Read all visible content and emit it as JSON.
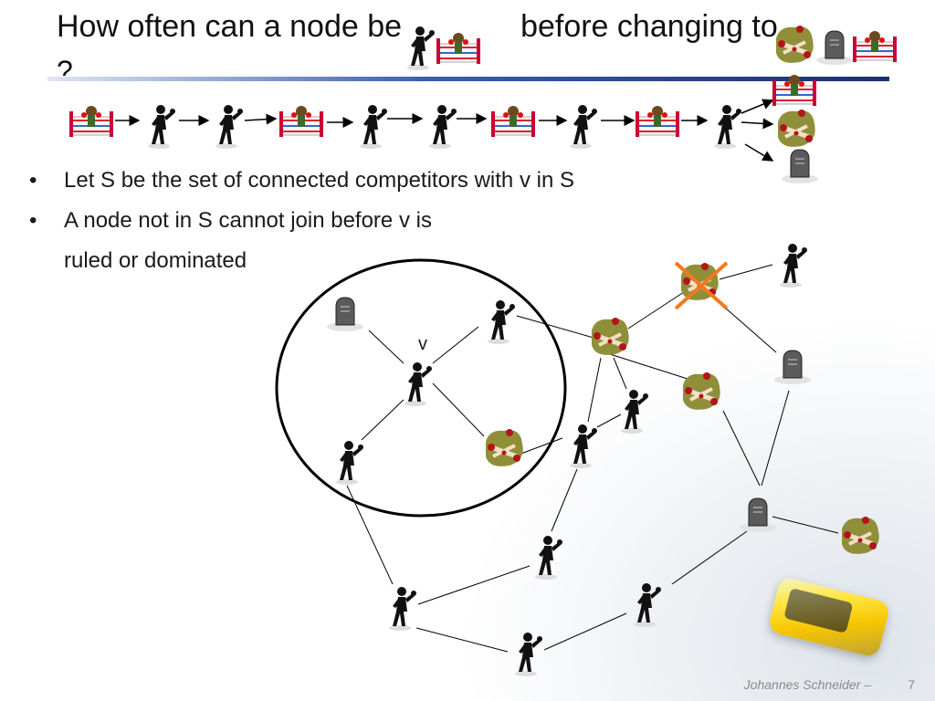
{
  "slide": {
    "title_part1": "How often can a node be",
    "title_part2": "before changing to",
    "title_line2": "?",
    "bullets": [
      "Let S be the set of connected competitors with v in S",
      "A node not in S cannot join before v is"
    ],
    "bullet_continuation": "ruled or dominated",
    "node_label": "v",
    "footer_author": "Johannes Schneider –",
    "page_number": "7"
  },
  "icons": {
    "competitor": "boxer-icon",
    "ruler": "boxing-ring-icon",
    "dominated": "knocked-out-boxer-icon",
    "gave_up": "tombstone-icon"
  },
  "colors": {
    "title_rule_dark": "#1b2f6b",
    "cross_mark": "#f07a1e",
    "node_outline": "#000000"
  }
}
